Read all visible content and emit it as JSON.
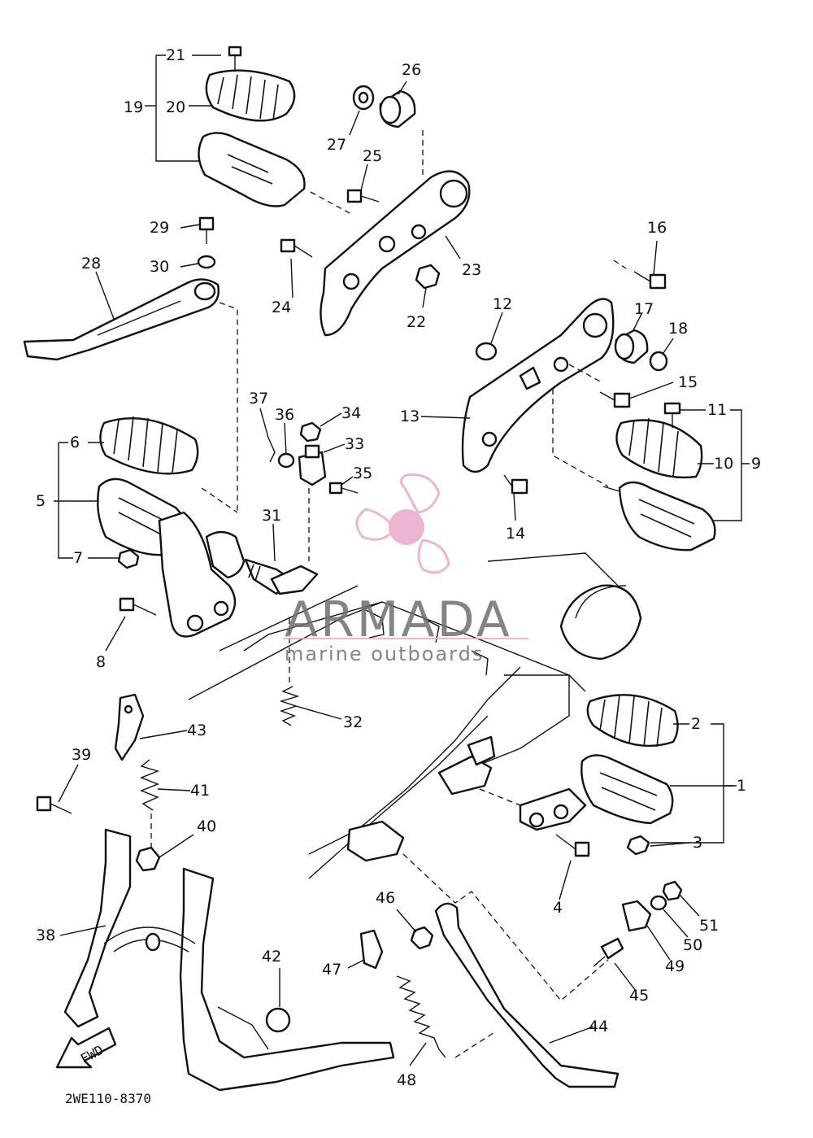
{
  "diagram": {
    "drawing_code": "2WE110-8370",
    "part_numbers": [
      "1",
      "2",
      "3",
      "4",
      "5",
      "6",
      "7",
      "8",
      "9",
      "10",
      "11",
      "12",
      "13",
      "14",
      "15",
      "16",
      "17",
      "18",
      "19",
      "20",
      "21",
      "22",
      "23",
      "24",
      "25",
      "26",
      "27",
      "28",
      "29",
      "30",
      "31",
      "32",
      "33",
      "34",
      "35",
      "36",
      "37",
      "38",
      "39",
      "40",
      "41",
      "42",
      "43",
      "44",
      "45",
      "46",
      "47",
      "48",
      "49",
      "50",
      "51"
    ],
    "fwd_marker": "FWD"
  },
  "watermark": {
    "brand": "ARMADA",
    "tagline": "marine outboards",
    "accent_color": "#e8a9c9",
    "text_color": "#6f6f6f"
  },
  "colors": {
    "line": "#111111",
    "background": "#ffffff"
  }
}
